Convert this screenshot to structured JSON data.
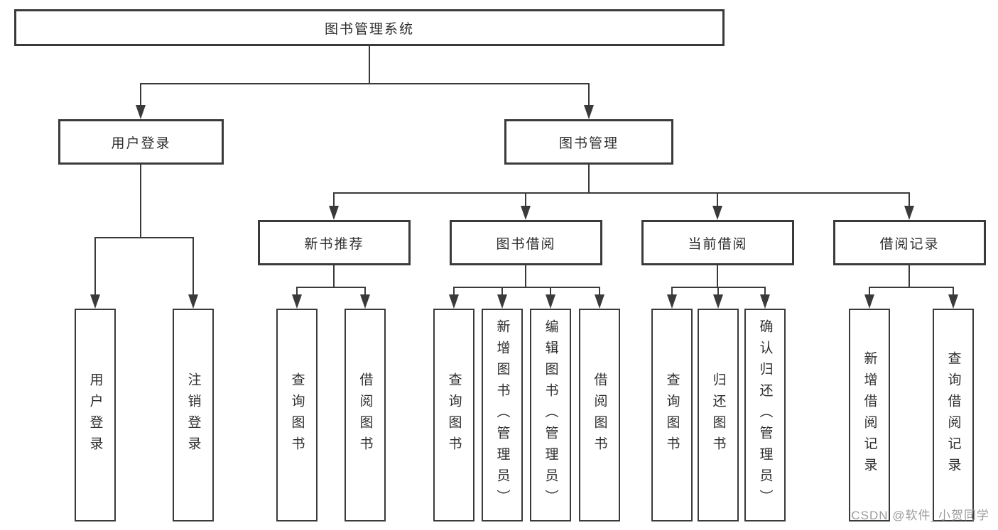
{
  "colors": {
    "line": "#3a3a3a",
    "box_background": "#ffffff",
    "text": "#2e2e2e",
    "watermark": "#9c9c9c"
  },
  "watermark": {
    "text": "CSDN @软件_小贺同学"
  },
  "tree": {
    "label": "图书管理系统",
    "children": [
      {
        "label": "用户登录",
        "children": [
          {
            "label": "用户登录"
          },
          {
            "label": "注销登录"
          }
        ]
      },
      {
        "label": "图书管理",
        "children": [
          {
            "label": "新书推荐",
            "children": [
              {
                "label": "查询图书"
              },
              {
                "label": "借阅图书"
              }
            ]
          },
          {
            "label": "图书借阅",
            "children": [
              {
                "label": "查询图书"
              },
              {
                "label": "新增图书（管理员）"
              },
              {
                "label": "编辑图书（管理员）"
              },
              {
                "label": "借阅图书"
              }
            ]
          },
          {
            "label": "当前借阅",
            "children": [
              {
                "label": "查询图书"
              },
              {
                "label": "归还图书"
              },
              {
                "label": "确认归还（管理员）"
              }
            ]
          },
          {
            "label": "借阅记录",
            "children": [
              {
                "label": "新增借阅记录"
              },
              {
                "label": "查询借阅记录"
              }
            ]
          }
        ]
      }
    ]
  }
}
